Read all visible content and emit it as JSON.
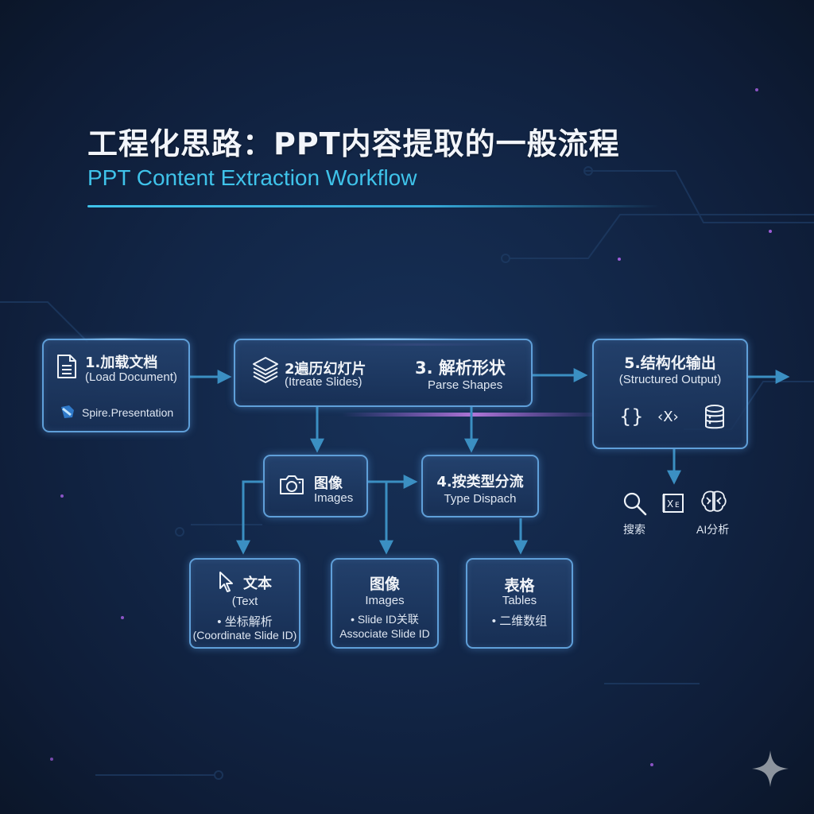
{
  "header": {
    "title": "工程化思路：PPT内容提取的一般流程",
    "subtitle": "PPT Content Extraction Workflow"
  },
  "colors": {
    "background": "#122647",
    "box_border": "#5f9fd9",
    "connector": "#3b8fc2",
    "subtitle": "#3fc3ea",
    "glow_purple": "#c06bff"
  },
  "steps": {
    "load": {
      "number_title": "1.加载文档",
      "english": "(Load Document)",
      "library": "Spire.Presentation",
      "icon": "document-icon"
    },
    "iterate": {
      "number_title": "2遍历幻灯片",
      "english": "(Itreate Slides)",
      "icon": "layers-icon"
    },
    "parse": {
      "number_title": "3. 解析形状",
      "english": "Parse Shapes"
    },
    "images_mid": {
      "title": "图像",
      "english": "Images",
      "icon": "camera-icon"
    },
    "dispatch": {
      "number_title": "4.按类型分流",
      "english": "Type Dispach"
    },
    "output": {
      "number_title": "5.结构化输出",
      "english": "(Structured Output)",
      "icons": [
        "{}",
        "‹X›",
        "database-icon"
      ]
    }
  },
  "leaves": {
    "text": {
      "title": "文本",
      "english": "(Text",
      "bullet": "• 坐标解析",
      "bullet_en": "(Coordinate Slide ID)",
      "icon": "cursor-icon"
    },
    "images": {
      "title": "图像",
      "english": "Images",
      "bullet": "• Slide ID关联",
      "bullet_en": "Associate Slide ID"
    },
    "tables": {
      "title": "表格",
      "english": "Tables",
      "bullet": "• 二维数组"
    }
  },
  "outputs": {
    "search_label": "搜索",
    "ai_label": "AI分析",
    "icons": [
      "search-icon",
      "excel-icon",
      "brain-icon"
    ]
  },
  "watermark": {
    "icon": "sparkle-icon"
  }
}
